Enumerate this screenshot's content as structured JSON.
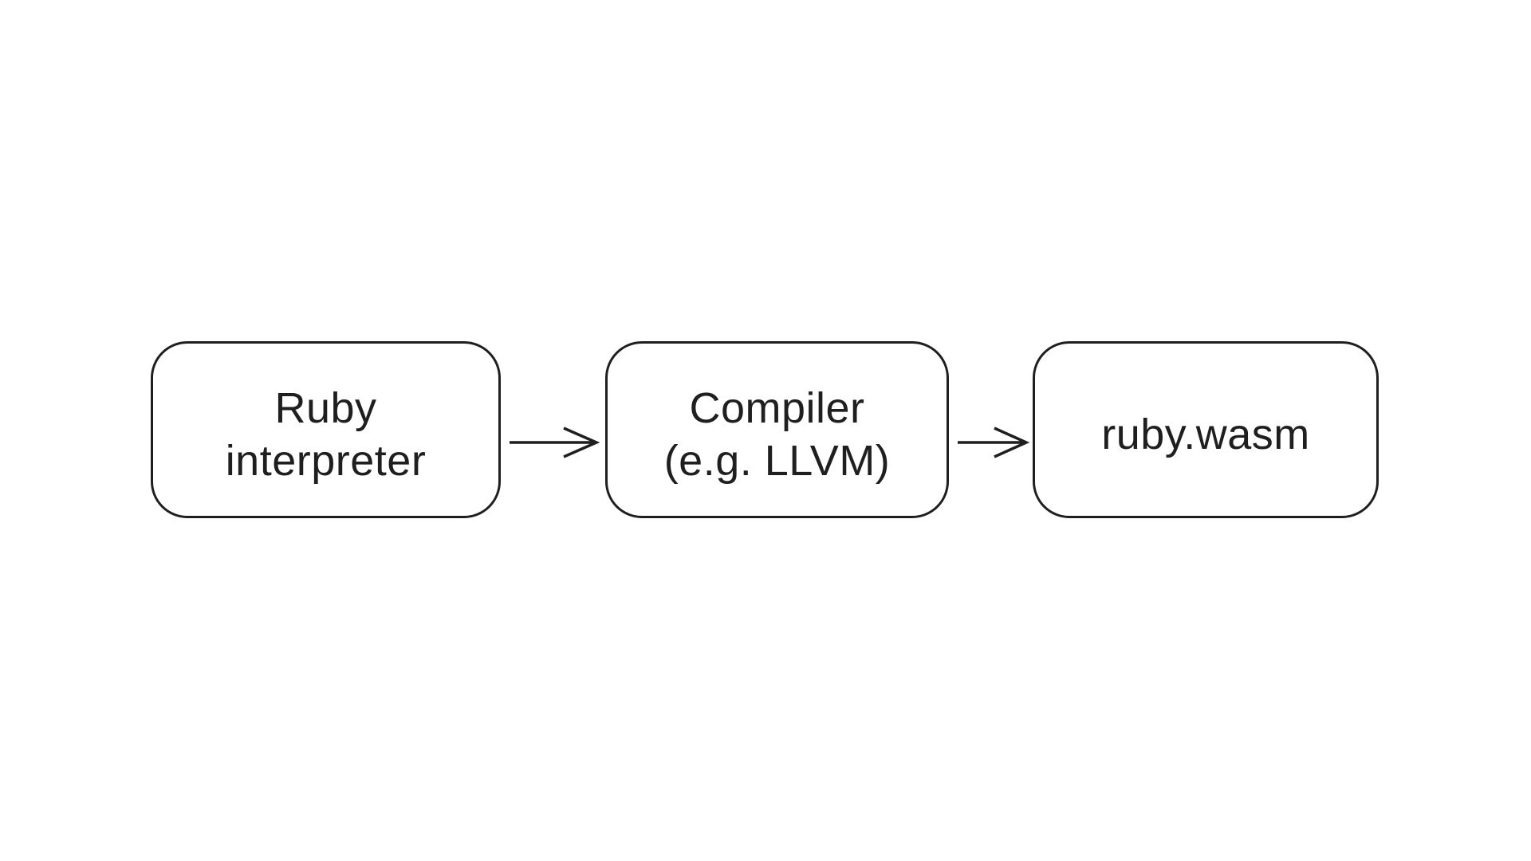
{
  "diagram": {
    "nodes": [
      {
        "id": "ruby-interpreter",
        "lines": [
          "Ruby",
          "interpreter"
        ]
      },
      {
        "id": "compiler",
        "lines": [
          "Compiler",
          "(e.g. LLVM)"
        ]
      },
      {
        "id": "ruby-wasm",
        "lines": [
          "ruby.wasm"
        ]
      }
    ],
    "connections": [
      {
        "from": "ruby-interpreter",
        "to": "compiler"
      },
      {
        "from": "compiler",
        "to": "ruby-wasm"
      }
    ]
  },
  "colors": {
    "background": "#ffffff",
    "stroke": "#1f1f1f",
    "text": "#1f1f1f"
  }
}
